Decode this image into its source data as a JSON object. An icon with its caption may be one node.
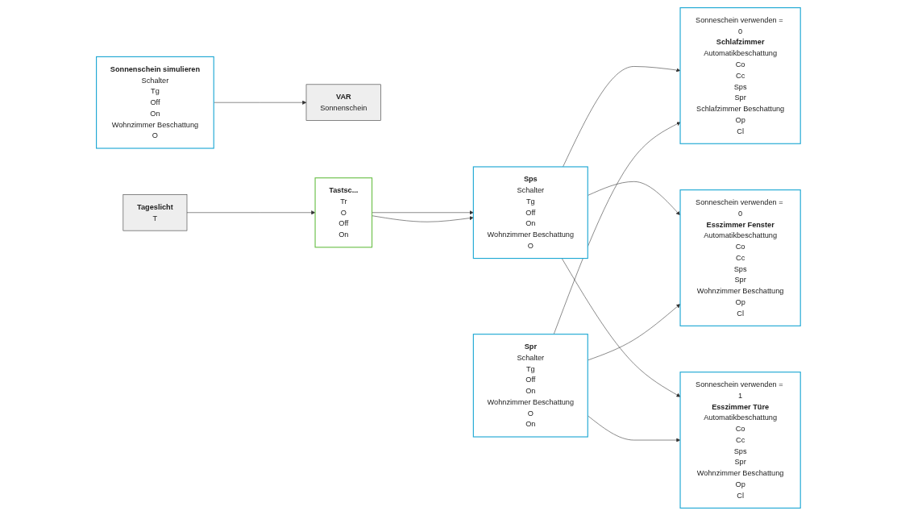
{
  "diagram": {
    "nodes": [
      {
        "text": [
          "Sonnenschein simulieren",
          "Schalter",
          "Tg",
          "Off",
          "On",
          "Wohnzimmer Beschattung",
          "O"
        ]
      },
      {
        "text": [
          "VAR",
          "Sonnenschein"
        ]
      },
      {
        "text": [
          "Tageslicht",
          "T"
        ]
      },
      {
        "text": [
          "Tastsc...",
          "Tr",
          "O",
          "Off",
          "On"
        ]
      },
      {
        "text": [
          "Sps",
          "Schalter",
          "Tg",
          "Off",
          "On",
          "Wohnzimmer Beschattung",
          "O"
        ]
      },
      {
        "text": [
          "Spr",
          "Schalter",
          "Tg",
          "Off",
          "On",
          "Wohnzimmer Beschattung",
          "O",
          "On"
        ]
      },
      {
        "text": [
          "Sonneschein verwenden = 0",
          "Schlafzimmer",
          "Automatikbeschattung",
          "Co",
          "Cc",
          "Sps",
          "Spr",
          "Schlafzimmer Beschattung",
          "Op",
          "Cl"
        ]
      },
      {
        "text": [
          "Sonneschein verwenden = 0",
          "Esszimmer Fenster",
          "Automatikbeschattung",
          "Co",
          "Cc",
          "Sps",
          "Spr",
          "Wohnzimmer Beschattung",
          "Op",
          "Cl"
        ]
      },
      {
        "text": [
          "Sonneschein verwenden = 1",
          "Esszimmer Türe",
          "Automatikbeschattung",
          "Co",
          "Cc",
          "Sps",
          "Spr",
          "Wohnzimmer Beschattung",
          "Op",
          "Cl"
        ]
      }
    ],
    "edges": [
      {
        "from": 0,
        "to": 1,
        "arrow": "to"
      },
      {
        "from": 2,
        "to": 3,
        "arrow": "to"
      },
      {
        "from": 3,
        "to": 4,
        "arrow": "to"
      },
      {
        "from": 3,
        "to": 4,
        "arrow": "to"
      },
      {
        "from": 4,
        "to": 6,
        "arrow": "to"
      },
      {
        "from": 4,
        "to": 7,
        "arrow": "to"
      },
      {
        "from": 4,
        "to": 8,
        "arrow": "to"
      },
      {
        "from": 5,
        "to": 6,
        "arrow": "to"
      },
      {
        "from": 5,
        "to": 7,
        "arrow": "to"
      },
      {
        "from": 5,
        "to": 8,
        "arrow": "to"
      }
    ]
  }
}
